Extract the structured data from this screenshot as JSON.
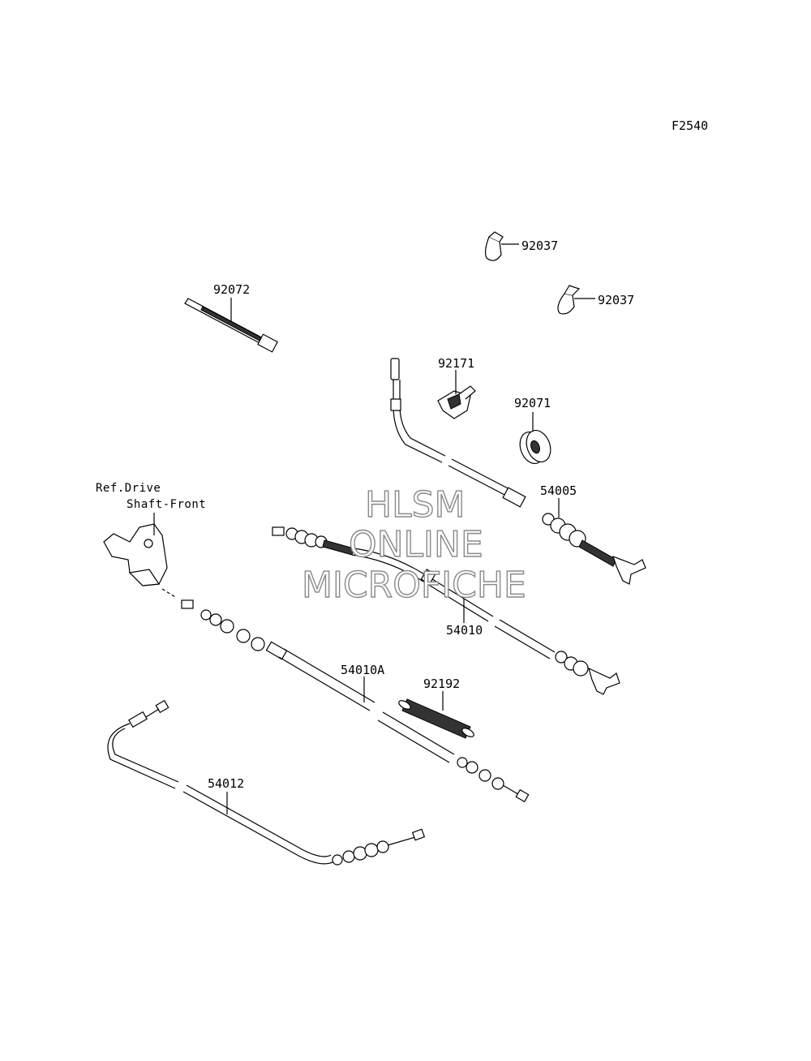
{
  "figure_code": "F2540",
  "parts": [
    {
      "number": "92037"
    },
    {
      "number": "92037"
    },
    {
      "number": "92072"
    },
    {
      "number": "92171"
    },
    {
      "number": "92071"
    },
    {
      "number": "54005"
    },
    {
      "number": "54010"
    },
    {
      "number": "54010A"
    },
    {
      "number": "92192"
    },
    {
      "number": "54012"
    }
  ],
  "reference": {
    "line1": "Ref.Drive",
    "line2": "Shaft-Front"
  },
  "watermark": {
    "line1": "HLSM",
    "line2": "ONLINE",
    "line3": "MICROFICHE"
  }
}
